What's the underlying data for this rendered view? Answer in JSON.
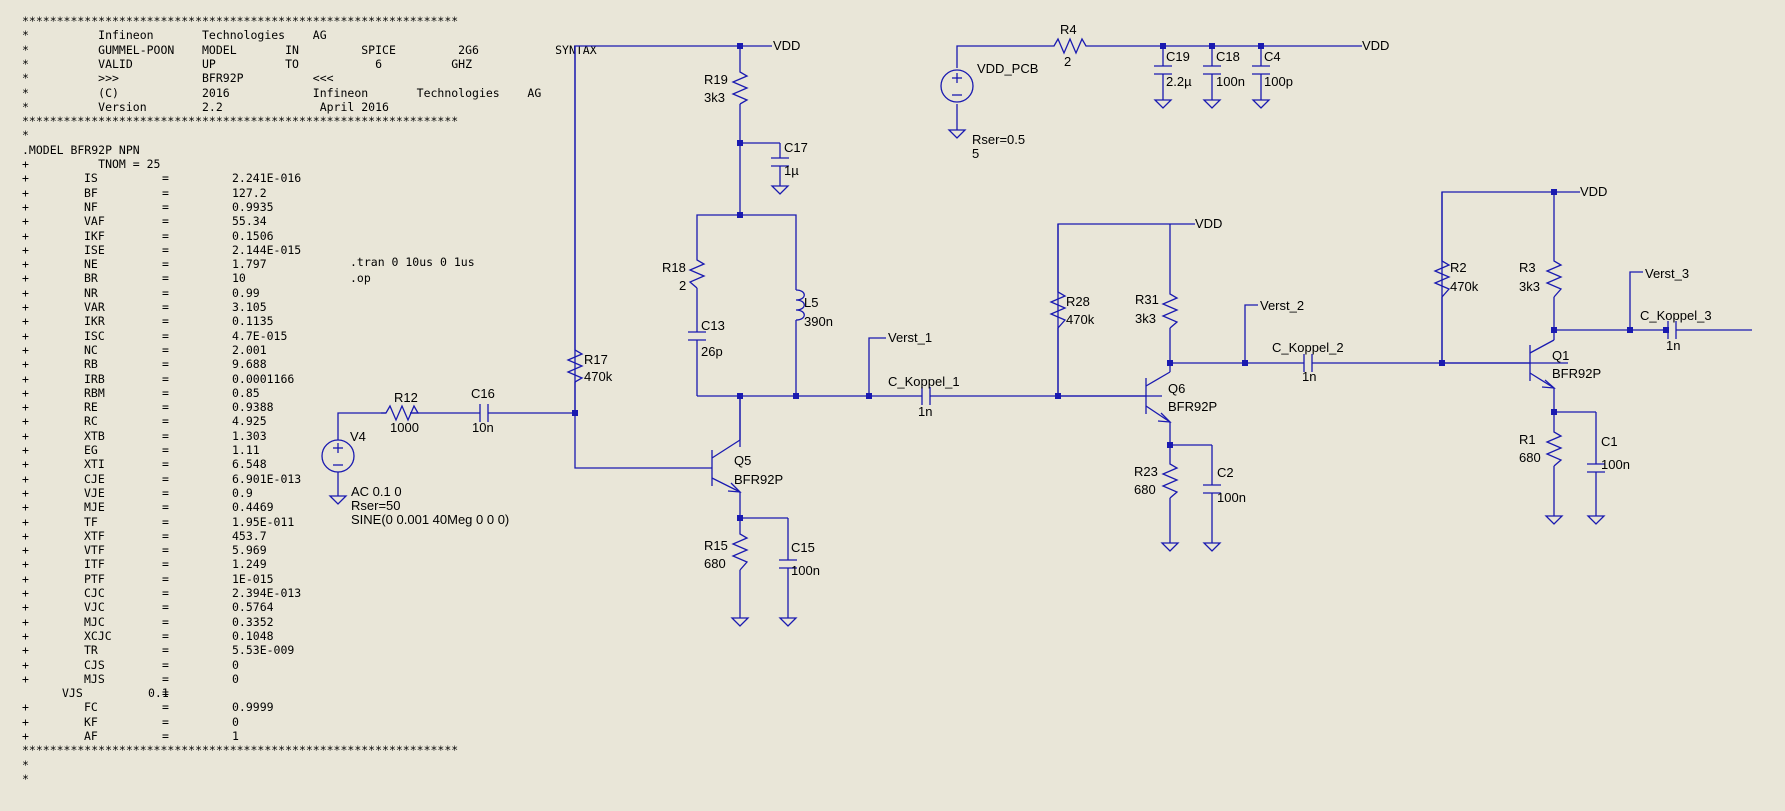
{
  "header_lines": [
    "***************************************************************",
    "*          Infineon       Technologies    AG",
    "*          GUMMEL-POON    MODEL       IN         SPICE         2G6           SYNTAX",
    "*          VALID          UP          TO           6          GHZ",
    "*          >>>            BFR92P          <<<",
    "*          (C)            2016            Infineon       Technologies    AG",
    "*          Version        2.2              April 2016",
    "***************************************************************",
    "*"
  ],
  "model_line": ".MODEL BFR92P NPN",
  "tnom_line": "+          TNOM = 25",
  "params": [
    {
      "name": "IS",
      "value": "2.241E-016"
    },
    {
      "name": "BF",
      "value": "127.2"
    },
    {
      "name": "NF",
      "value": "0.9935"
    },
    {
      "name": "VAF",
      "value": "55.34"
    },
    {
      "name": "IKF",
      "value": "0.1506"
    },
    {
      "name": "ISE",
      "value": "2.144E-015"
    },
    {
      "name": "NE",
      "value": "1.797"
    },
    {
      "name": "BR",
      "value": "10"
    },
    {
      "name": "NR",
      "value": "0.99"
    },
    {
      "name": "VAR",
      "value": "3.105"
    },
    {
      "name": "IKR",
      "value": "0.1135"
    },
    {
      "name": "ISC",
      "value": "4.7E-015"
    },
    {
      "name": "NC",
      "value": "2.001"
    },
    {
      "name": "RB",
      "value": "9.688"
    },
    {
      "name": "IRB",
      "value": "0.0001166"
    },
    {
      "name": "RBM",
      "value": "0.85"
    },
    {
      "name": "RE",
      "value": "0.9388"
    },
    {
      "name": "RC",
      "value": "4.925"
    },
    {
      "name": "XTB",
      "value": "1.303"
    },
    {
      "name": "EG",
      "value": "1.11"
    },
    {
      "name": "XTI",
      "value": "6.548"
    },
    {
      "name": "CJE",
      "value": "6.901E-013"
    },
    {
      "name": "VJE",
      "value": "0.9"
    },
    {
      "name": "MJE",
      "value": "0.4469"
    },
    {
      "name": "TF",
      "value": "1.95E-011"
    },
    {
      "name": "XTF",
      "value": "453.7"
    },
    {
      "name": "VTF",
      "value": "5.969"
    },
    {
      "name": "ITF",
      "value": "1.249"
    },
    {
      "name": "PTF",
      "value": "1E-015"
    },
    {
      "name": "CJC",
      "value": "2.394E-013"
    },
    {
      "name": "VJC",
      "value": "0.5764"
    },
    {
      "name": "MJC",
      "value": "0.3352"
    },
    {
      "name": "XCJC",
      "value": "0.1048"
    },
    {
      "name": "TR",
      "value": "5.53E-009"
    },
    {
      "name": "CJS",
      "value": "0"
    },
    {
      "name": "MJS",
      "value": "0"
    },
    {
      "name": "VJS",
      "value": "0.1"
    },
    {
      "name": "FC",
      "value": "0.9999"
    },
    {
      "name": "KF",
      "value": "0"
    },
    {
      "name": "AF",
      "value": "1"
    }
  ],
  "footer_lines": [
    "***************************************************************",
    "*",
    "*"
  ],
  "directives": [
    ".tran 0 10us 0 1us",
    ".op"
  ],
  "labels": {
    "vdd": "VDD",
    "r4": "R4",
    "r4_val": "2",
    "vdd_pcb": "VDD_PCB",
    "vdd_pcb_rser": "Rser=0.5",
    "vdd_pcb_val": "5",
    "c19": "C19",
    "c19_val": "2.2µ",
    "c18": "C18",
    "c18_val": "100n",
    "c4": "C4",
    "c4_val": "100p",
    "r19": "R19",
    "r19_val": "3k3",
    "c17": "C17",
    "c17_val": "1µ",
    "r18": "R18",
    "r18_val": "2",
    "c13": "C13",
    "c13_val": "26p",
    "l5": "L5",
    "l5_val": "390n",
    "r17": "R17",
    "r17_val": "470k",
    "r12": "R12",
    "r12_val": "1000",
    "c16": "C16",
    "c16_val": "10n",
    "v4": "V4",
    "v4_ac": "AC 0.1 0",
    "v4_rser": "Rser=50",
    "v4_sine": "SINE(0 0.001 40Meg 0 0 0)",
    "q5": "Q5",
    "q5_model": "BFR92P",
    "r15": "R15",
    "r15_val": "680",
    "c15": "C15",
    "c15_val": "100n",
    "verst1": "Verst_1",
    "ck1": "C_Koppel_1",
    "ck1_val": "1n",
    "r28": "R28",
    "r28_val": "470k",
    "r31": "R31",
    "r31_val": "3k3",
    "q6": "Q6",
    "q6_model": "BFR92P",
    "r23": "R23",
    "r23_val": "680",
    "c2": "C2",
    "c2_val": "100n",
    "verst2": "Verst_2",
    "ck2": "C_Koppel_2",
    "ck2_val": "1n",
    "r2": "R2",
    "r2_val": "470k",
    "r3": "R3",
    "r3_val": "3k3",
    "q1": "Q1",
    "q1_model": "BFR92P",
    "r1": "R1",
    "r1_val": "680",
    "c1": "C1",
    "c1_val": "100n",
    "verst3": "Verst_3",
    "ck3": "C_Koppel_3",
    "ck3_val": "1n"
  }
}
